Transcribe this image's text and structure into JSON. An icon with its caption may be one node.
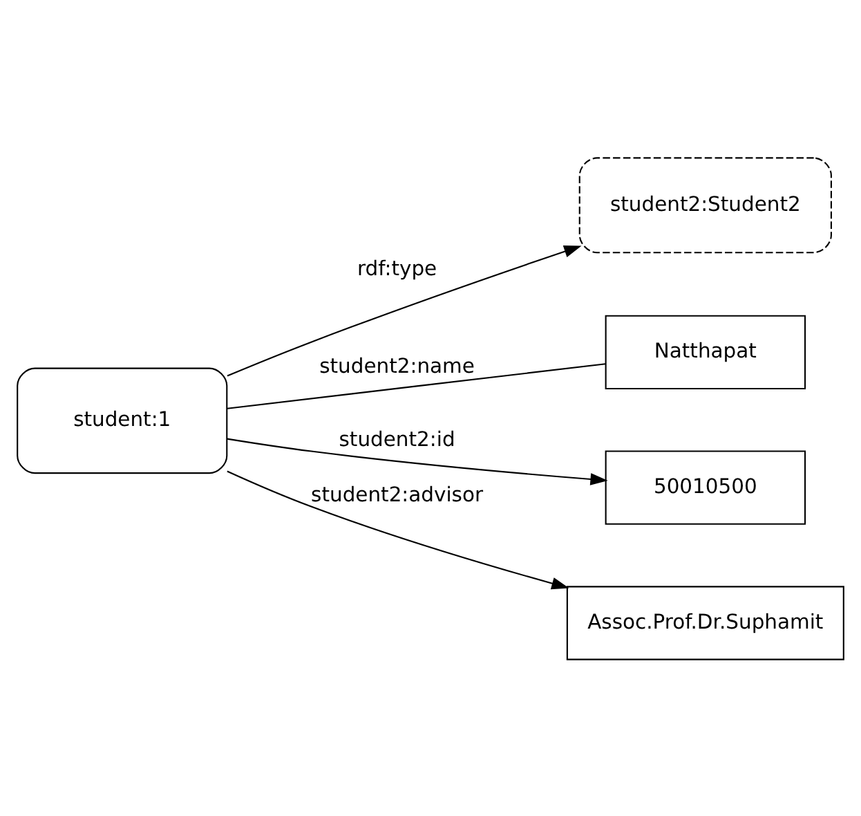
{
  "diagram": {
    "nodes": [
      {
        "text": [
          "student:1"
        ]
      },
      {
        "text": [
          "student2:Student2"
        ]
      },
      {
        "text": [
          "Natthapat"
        ]
      },
      {
        "text": [
          "50010500"
        ]
      },
      {
        "text": [
          "Assoc.Prof.Dr.Suphamit"
        ]
      }
    ],
    "edges": [
      {
        "from": 0,
        "to": 1,
        "arrow": "to",
        "label": "rdf:type"
      },
      {
        "from": 0,
        "to": 2,
        "arrow": "none",
        "label": "student2:name"
      },
      {
        "from": 0,
        "to": 3,
        "arrow": "to",
        "label": "student2:id"
      },
      {
        "from": 0,
        "to": 4,
        "arrow": "to",
        "label": "student2:advisor"
      }
    ]
  }
}
